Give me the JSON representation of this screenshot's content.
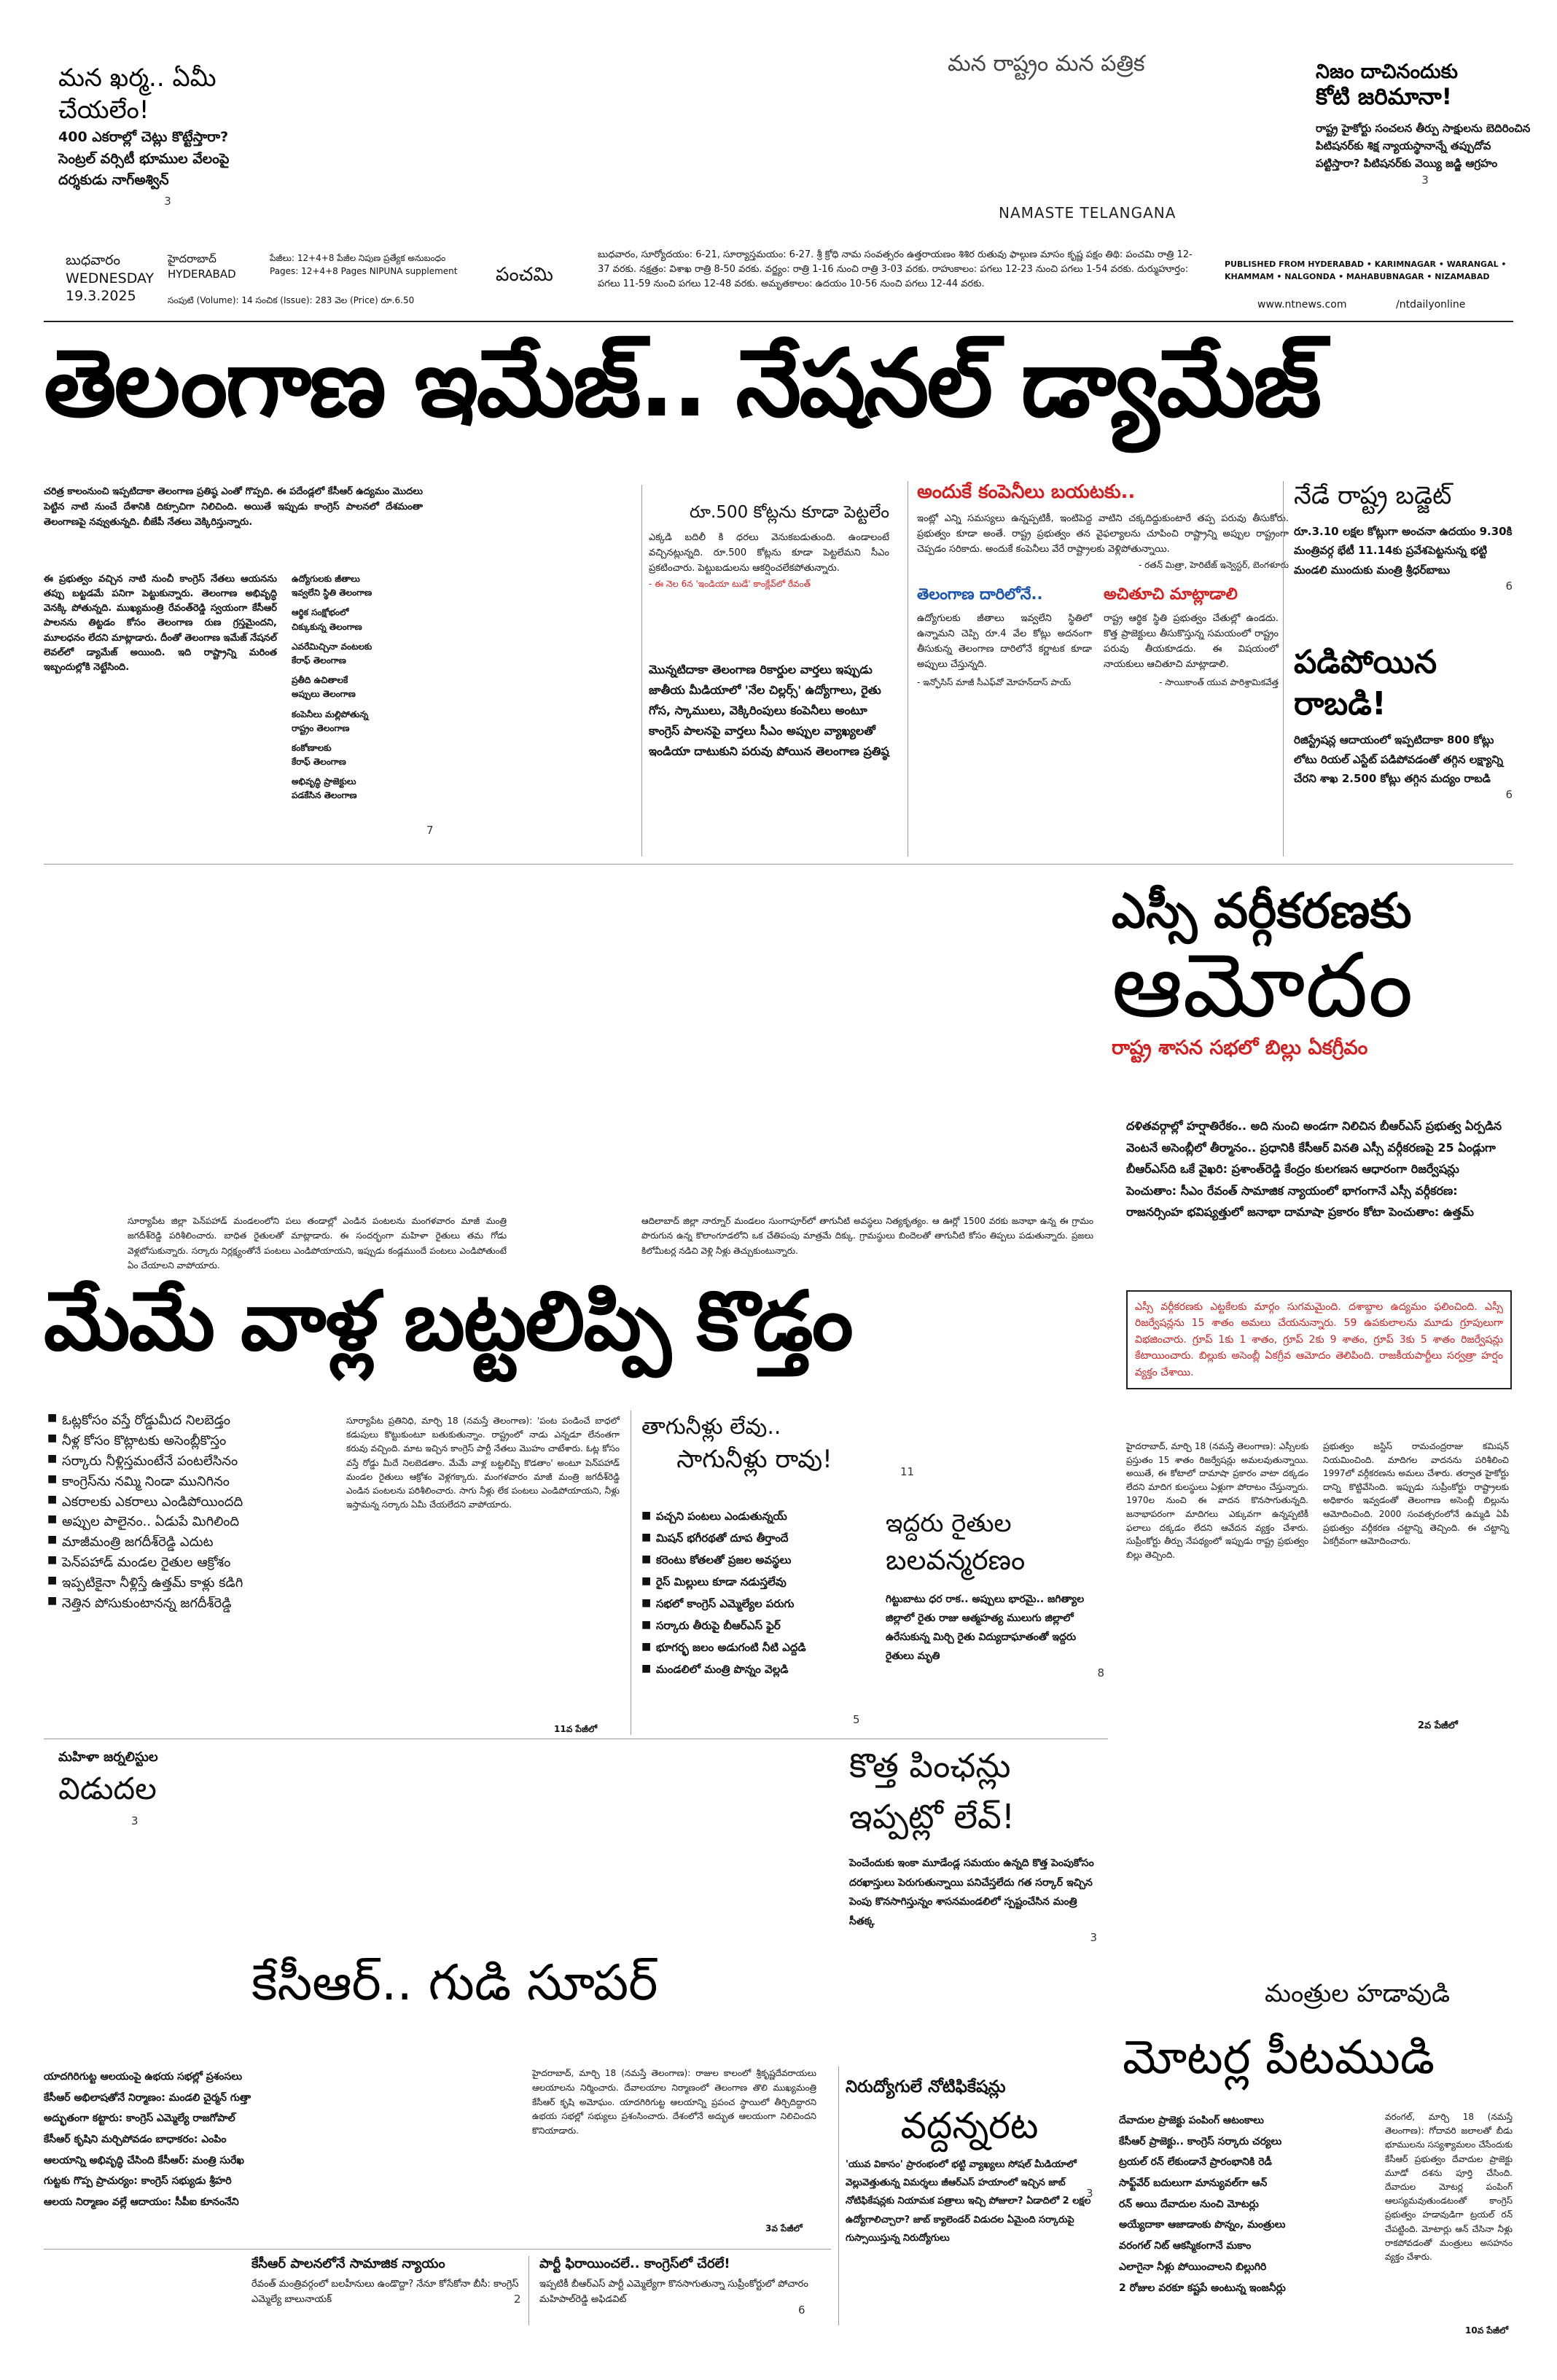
{
  "masthead": {
    "slogan": "మన రాష్ట్రం మన పత్రిక",
    "brand": "NAMASTE TELANGANA",
    "day_te": "బుధవారం",
    "day_en": "WEDNESDAY",
    "date": "19.3.2025",
    "city_te": "హైదరాబాద్",
    "city_en": "HYDERABAD",
    "pages": "పేజీలు: 12+4+8 పేజీల నిపుణ ప్రత్యేక అనుబంధం",
    "pages_en": "Pages: 12+4+8 Pages NIPUNA supplement",
    "volume": "సంపుటి (Volume): 14   సంచిక (Issue): 283   వెల (Price) రూ.6.50",
    "panchami": "పంచమి",
    "almanac": "బుధవారం, సూర్యోదయం: 6-21, సూర్యాస్తమయం: 6-27. శ్రీ క్రోధి నామ సంవత్సరం ఉత్తరాయణం శిశిర రుతువు ఫాల్గుణ మాసం కృష్ణ పక్షం తిథి: పంచమి రాత్రి 12-37 వరకు. నక్షత్రం: విశాఖ రాత్రి 8-50 వరకు. వర్జ్యం: రాత్రి 1-16 నుంచి రాత్రి 3-03 వరకు. రాహుకాలం: పగలు 12-23 నుంచి పగలు 1-54 వరకు. దుర్ముహూర్తం: పగలు 11-59 నుంచి పగలు 12-48 వరకు. అమృతకాలం: ఉదయం 10-56 నుంచి పగలు 12-44 వరకు.",
    "published_label": "PUBLISHED FROM",
    "published_cities": "HYDERABAD • KARIMNAGAR • WARANGAL • KHAMMAM • NALGONDA • MAHABUBNAGAR • NIZAMABAD",
    "website": "www.ntnews.com",
    "handle": "/ntdailyonline"
  },
  "top_left": {
    "title": "మన ఖర్మ.. ఏమీ చేయలేం!",
    "line1": "400 ఎకరాల్లో చెట్లు కొట్టేస్తారా?",
    "line2": "సెంట్రల్ వర్సిటీ భూముల వేలంపై దర్శకుడు నాగ్‌అశ్విన్",
    "page": "3"
  },
  "top_right": {
    "title1": "నిజం దాచినందుకు",
    "title2": "కోటి జరిమానా!",
    "body": "రాష్ట్ర హైకోర్టు సంచలన తీర్పు సాక్షులను బెదిరించిన పిటిషనర్‌కు శిక్ష న్యాయస్థానాన్నే తప్పుదోవ పట్టిస్తారా? పిటిషనర్‌కు వెయ్యి జడ్జి ఆగ్రహం",
    "page": "3"
  },
  "main_headline": "తెలంగాణ ఇమేజ్.. నేషనల్ డ్యామేజ్",
  "lead_story": {
    "intro": "చరిత్ర కాలంనుంచి ఇప్పటిదాకా తెలంగాణ ప్రతిష్ఠ ఎంతో గొప్పది. ఈ పదేండ్లలో కేసీఆర్ ఉద్యమం మొదలు పెట్టిన నాటి నుంచే దేశానికి దిక్సూచిగా నిలిచింది. అయితే ఇప్పుడు కాంగ్రెస్ పాలనలో దేశమంతా తెలంగాణపై నవ్వుతున్నది. బీజేపీ నేతలు వెక్కిరిస్తున్నారు.",
    "col1": "ఈ ప్రభుత్వం వచ్చిన నాటి నుంచీ కాంగ్రెస్ నేతలు ఆయనను తప్పు బట్టడమే పనిగా పెట్టుకున్నారు. తెలంగాణ అభివృద్ధి వెనక్కి పోతున్నది. ముఖ్యమంత్రి రేవంత్‌రెడ్డి స్వయంగా కేసీఆర్ పాలనను తిట్టడం కోసం తెలంగాణ రుణ గ్రస్తమైందని, మూలధనం లేదని మాట్లాడారు. దీంతో తెలంగాణ ఇమేజ్ నేషనల్ లెవల్‌లో డ్యామేజ్ అయింది. ఇది రాష్ట్రాన్ని మరింత ఇబ్బందుల్లోకి నెట్టేసింది.",
    "bullets": [
      "ఉద్యోగులకు జీతాలు",
      "ఇవ్వలేని స్థితి తెలంగాణ",
      "ఆర్థిక సంక్షోభంలో",
      "చిక్కుకున్న తెలంగాణ",
      "ఎవరేమిచ్చినా వంటలకు",
      "కేరాఫ్ తెలంగాణ",
      "ప్రతీది ఉచితాలకే",
      "అప్పులు తెలంగాణ",
      "కంపెనీలు మల్లిపోతున్న",
      "రాష్ట్రం తెలంగాణ",
      "కంకోణాలకు",
      "కేరాఫ్ తెలంగాణ",
      "అభివృద్ధి ప్రాజెక్టులు",
      "పడకేసిన తెలంగాణ"
    ],
    "col1_page": "7",
    "col2_title": "రూ.500 కోట్లను కూడా పెట్టలేం",
    "col2_body": "ఎక్కడి బదిలీ కి ధరలు వెనుకబడుతుంది. ఉండాలంటే వచ్చినట్లున్నది. రూ.500 కోట్లను కూడా పెట్టలేమని సీఎం ప్రకటించారు. పెట్టుబడులను ఆకర్షించలేకపోతున్నారు.",
    "col2_credit": "- ఈ నెల 6న 'ఇండియా టుడే' కాంక్లేవ్‌లో రేవంత్",
    "col2_bold": "మొన్నటిదాకా తెలంగాణ రికార్డుల వార్తలు ఇప్పుడు జాతీయ మీడియాలో 'నేల చిల్లర్స్' ఉద్యోగాలు, రైతు గోస, స్కాములు, వెక్కిరింపులు కంపెనీలు అంటూ కాంగ్రెస్ పాలనపై వార్తలు సీఎం అప్పుల వ్యాఖ్యలతో ఇండియా దాటుకుని పరువు పోయిన తెలంగాణ ప్రతిష్ఠ"
  },
  "companies_box": {
    "title": "అందుకే కంపెనీలు బయటకు..",
    "body": "ఇంట్లో ఎన్ని సమస్యలు ఉన్నప్పటికీ, ఇంటిపెద్ద వాటిని చక్కదిద్దుకుంటారే తప్ప పరువు తీసుకోరు. ప్రభుత్వం కూడా అంతే. రాష్ట్ర ప్రభుత్వం తన వైఫల్యాలను చూపించి రాష్ట్రాన్ని అప్పుల రాష్ట్రంగా చెప్పడం సరికాదు. అందుకే కంపెనీలు వేరే రాష్ట్రాలకు వెళ్లిపోతున్నాయి.",
    "credit": "- రతన్ మిత్రా, హెరిటేజ్ ఇన్వెస్టర్, బెంగళూరు",
    "sub1_title": "తెలంగాణ దారిలోనే..",
    "sub1_body": "ఉద్యోగులకు జీతాలు ఇవ్వలేని స్థితిలో ఉన్నామని చెప్పి రూ.4 వేల కోట్లు అదనంగా తీసుకున్న తెలంగాణ దారిలోనే కర్ణాటక కూడా అప్పులు చేస్తున్నది.",
    "sub1_credit": "- ఇన్ఫోసిస్ మాజీ సీఎఫ్‌వో మోహన్‌దాస్ పాయ్",
    "sub2_title": "అచితూచి మాట్లాడాలి",
    "sub2_body": "రాష్ట్ర ఆర్థిక స్థితి ప్రభుత్వం చేతుల్లో ఉండదు. కొత్త ప్రాజెక్టులు తీసుకొస్తున్న సమయంలో రాష్ట్రం పరువు తీయకూడదు. ఈ విషయంలో నాయకులు ఆచితూచి మాట్లాడాలి.",
    "sub2_credit": "- సాయికాంత్ యువ పారిశ్రామికవేత్త"
  },
  "budget": {
    "title": "నేడే రాష్ట్ర బడ్జెట్",
    "body": "రూ.3.10 లక్షల కోట్లుగా అంచనా ఉదయం 9.30కి మంత్రివర్గ భేటీ 11.14కు ప్రవేశపెట్టనున్న భట్టి మండలి ముందుకు మంత్రి శ్రీధర్‌బాబు",
    "page": "6"
  },
  "rabadi": {
    "title": "పడిపోయిన రాబడి!",
    "body": "రిజిస్ట్రేషన్ల ఆదాయంలో ఇప్పటిదాకా 800 కోట్లు లోటు రియల్ ఎస్టేట్ పడిపోవడంతో తగ్గిన లక్ష్యాన్ని చేరని శాఖ 2.500 కోట్లు తగ్గిన మద్యం రాబడి",
    "page": "6"
  },
  "sc_story": {
    "title1": "ఎస్సీ వర్గీకరణకు",
    "title2": "ఆమోదం",
    "sub": "రాష్ట్ర శాసన సభలో బిల్లు ఏకగ్రీవం",
    "bold_text": "దళితవర్గాల్లో హర్షాతిరేకం.. అది నుంచి అండగా నిలిచిన బీఆర్ఎస్ ప్రభుత్వ ఏర్పడిన వెంటనే అసెంబ్లీలో తీర్మానం.. ప్రధానికి కేసీఆర్ వినతి ఎస్సీ వర్గీకరణపై 25 ఏండ్లుగా బీఆర్ఎస్‌ది ఒకే వైఖరి: ప్రశాంత్‌రెడ్డి కేంద్రం కులగణన ఆధారంగా రిజర్వేషన్లు పెంచుతాం: సీఎం రేవంత్ సామాజిక న్యాయంలో భాగంగానే ఎస్సీ వర్గీకరణ: రాజనర్సింహ భవిష్యత్తులో జనాభా దామాషా ప్రకారం కోటా పెంచుతాం: ఉత్తమ్",
    "box_text": "ఎస్సీ వర్గీకరణకు ఎట్టకేలకు మార్గం సుగమమైంది. దశాబ్దాల ఉద్యమం ఫలించింది. ఎస్సీ రిజర్వేషన్లను 15 శాతం అమలు చేయనున్నారు. 59 ఉపకులాలను మూడు గ్రూపులుగా విభజించారు. గ్రూప్ 1కు 1 శాతం, గ్రూప్ 2కు 9 శాతం, గ్రూప్ 3కు 5 శాతం రిజర్వేషన్లు కేటాయించారు. బిల్లుకు అసెంబ్లీ ఏకగ్రీవ ఆమోదం తెలిపింది. రాజకీయపార్టీలు సర్వత్రా హర్షం వ్యక్తం చేశాయి.",
    "col_a": "హైదరాబాద్, మార్చి 18 (నమస్తే తెలంగాణ): ఎస్సీలకు ప్రస్తుతం 15 శాతం రిజర్వేషన్లు అమలవుతున్నాయి. అయితే, ఈ కోటాలో దామాషా ప్రకారం వాటా దక్కడం లేదని మాదిగ కులస్థులు ఏళ్లుగా పోరాటం చేస్తున్నారు. 1970ల నుంచి ఈ వాదన కొనసాగుతున్నది. జనాభాపరంగా మాదిగలు ఎక్కువగా ఉన్నప్పటికీ ఫలాలు దక్కడం లేదని ఆవేదన వ్యక్తం చేశారు. సుప్రీంకోర్టు తీర్పు నేపథ్యంలో ఇప్పుడు రాష్ట్ర ప్రభుత్వం బిల్లు తెచ్చింది.",
    "col_b": "ప్రభుత్వం జస్టిస్ రామచంద్రరాజు కమిషన్ నియమించింది. మాదిగల వాదనను పరిశీలించి 1997లో వర్గీకరణను అమలు చేశారు. తర్వాత హైకోర్టు దాన్ని కొట్టివేసింది. ఇప్పుడు సుప్రీంకోర్టు రాష్ట్రాలకు అధికారం ఇవ్వడంతో తెలంగాణ అసెంబ్లీ బిల్లును ఆమోదించింది. 2000 సంవత్సరంలోనే ఉమ్మడి ఏపీ ప్రభుత్వం వర్గీకరణ చట్టాన్ని తెచ్చింది. ఈ చట్టాన్ని ఏకగ్రీవంగా ఆమోదించారు.",
    "page": "2వ పేజీలో"
  },
  "mid_intro": {
    "left": "సూర్యాపేట జిల్లా పెన్‌పహాడ్ మండలంలోని పలు తండాల్లో ఎండిన పంటలను మంగళవారం మాజీ మంత్రి జగదీశ్‌రెడ్డి పరిశీలించారు. బాధిత రైతులతో మాట్లాడారు. ఈ సందర్భంగా మహిళా రైతులు తమ గోడు వెళ్లబోసుకున్నారు. సర్కారు నిర్లక్ష్యంతోనే పంటలు ఎండిపోయాయని, ఇప్పుడు కండ్లముందే పంటలు ఎండిపోతుంటే ఏం చేయాలని వాపోయారు.",
    "right": "ఆదిలాబాద్ జిల్లా నార్నూర్ మండలం సుంగాపూర్‌లో తాగునీటి అవస్థలు నిత్యకృత్యం. ఆ ఊర్లో 1500 వరకు జనాభా ఉన్న ఈ గ్రామం పొరుగున ఉన్న కొలాంగూడలోని ఒక చేతిపంపు మాత్రమే దిక్కు. గ్రామస్థులు బిందెలతో తాగునీటి కోసం తిప్పలు పడుతున్నారు. ప్రజలు కిలోమీటర్ల నడిచి వెళ్లి నీళ్లు తెచ్చుకుంటున్నారు."
  },
  "farmers_story": {
    "headline": "మేమే వాళ్ల బట్టలిప్పి కొడ్తం",
    "bullets": [
      "ఓట్లకోసం వస్తే రోడ్డుమీద నిలబెడ్తం",
      "నీళ్ల కోసం కొట్లాటకు అసెంబ్లీకొస్తం",
      "సర్కారు నీళ్లిస్తమంటేనే పంటలేసినం",
      "కాంగ్రెస్‌ను నమ్మి నిండా మునిగినం",
      "ఎకరాలకు ఎకరాలు ఎండిపోయిందది",
      "అప్పుల పాలైనం.. ఏడుపే మిగిలింది",
      "మాజీమంత్రి జగదీశ్‌రెడ్డి ఎదుట",
      "పెన్‌పహాడ్ మండల రైతుల ఆక్రోశం",
      "ఇప్పటికైనా నీళ్లిస్తే ఉత్తమ్ కాళ్లు కడిగి",
      "నెత్తిన పోసుకుంటానన్న జగదీశ్‌రెడ్డి"
    ],
    "body": "సూర్యాపేట ప్రతినిధి, మార్చి 18 (నమస్తే తెలంగాణ): 'పంట పండించే బాధలో కడుపులు కొట్టుకుంటూ బతుకుతున్నాం. రాష్ట్రంలో నాడు ఎన్నడూ లేనంతగా కరువు వచ్చింది. మాట ఇచ్చిన కాంగ్రెస్ పార్టీ నేతలు మొహం చాటేశారు. ఓట్ల కోసం వస్తే రోడ్డు మీదే నిలబెడతాం. మేమే వాళ్ల బట్టలిప్పి కొడతాం' అంటూ పెన్‌పహాడ్ మండల రైతులు ఆక్రోశం వెళ్లగక్కారు. మంగళవారం మాజీ మంత్రి జగదీశ్‌రెడ్డి ఎండిన పంటలను పరిశీలించారు. సాగు నీళ్లు లేక పంటలు ఎండిపోయాయని, నీళ్లు ఇస్తామన్న సర్కారు ఏమీ చేయలేదని వాపోయారు.",
    "page": "11వ పేజీలో"
  },
  "water_story": {
    "title1": "తాగునీళ్లు లేవు..",
    "title2": "సాగునీళ్లు రావు!",
    "bullets": [
      "పచ్చని పంటలు ఎండుతున్నయ్",
      "మిషన్ భగీరథతో దూప తీర్తాందే",
      "కరెంటు కోతలతో ప్రజల అవస్థలు",
      "రైస్ మిల్లులు కూడా నడుస్తలేవు",
      "సభలో కాంగ్రెస్ ఎమ్మెల్యేల పరుగు",
      "సర్కారు తీరుపై బీఆర్ఎస్ ఫైర్",
      "భూగర్భ జలం అడుగంటి నీటి ఎద్దడి",
      "మండలిలో మంత్రి పొన్నం వెల్లడి"
    ],
    "page": "11",
    "page2": "5"
  },
  "farmer_deaths": {
    "title1": "ఇద్దరు రైతుల",
    "title2": "బలవన్మరణం",
    "body": "గిట్టుబాటు ధర రాక.. అప్పులు భారమై.. జగిత్యాల జిల్లాలో రైతు రాజు ఆత్మహత్య ములుగు జిల్లాలో ఉరేసుకున్న మిర్చి రైతు విద్యుదాఘాతంతో ఇద్దరు రైతులు మృతి",
    "page": "8"
  },
  "women": {
    "line1": "మహిళా జర్నలిస్టుల",
    "line2": "విడుదల",
    "page": "3"
  },
  "pension": {
    "title1": "కొత్త పింఛన్లు",
    "title2": "ఇప్పట్లో లేవ్!",
    "body": "పెంచేందుకు ఇంకా మూడేండ్ల సమయం ఉన్నది కొత్త పెంపుకోసం దరఖాస్తులు పెరుగుతున్నాయి పనిచేస్తలేదు గత సర్కార్ ఇచ్చిన పెంపు కొనసాగిస్తున్నం శాసనమండలిలో స్పష్టంచేసిన మంత్రి సీతక్క",
    "page": "3"
  },
  "kcr": {
    "headline": "కేసీఆర్.. గుడి సూపర్",
    "bullets": [
      "యాదగిరిగుట్ట ఆలయంపై ఉభయ సభల్లో ప్రశంసలు",
      "కేసీఆర్ అభిలాషతోనే నిర్మాణం: మండలి చైర్మన్ గుత్తా",
      "అద్భుతంగా కట్టారు: కాంగ్రెస్ ఎమ్మెల్యే రాజగోపాల్",
      "కేసీఆర్ కృషిని మర్చిపోవడం బాధాకరం: ఎంపిం",
      "ఆలయాన్ని అభివృద్ధి చేసింది కేసీఆర్: మంత్రి సురేఖ",
      "గుట్టకు గొప్ప ప్రాచుర్యం: కాంగ్రెస్ సభ్యుడు శ్రీహరి",
      "ఆలయ నిర్మాణం వల్లే ఆదాయం: సీపీఐ కూనంనేని"
    ],
    "body": "హైదరాబాద్, మార్చి 18 (నమస్తే తెలంగాణ): రాజుల కాలంలో శ్రీకృష్ణదేవరాయలు ఆలయాలను నిర్మించారు. దేవాలయాల నిర్మాణంలో తెలంగాణ తొలి ముఖ్యమంత్రి కేసీఆర్ కృషి అమోఘం. యాదగిరిగుట్ట ఆలయాన్ని ప్రపంచ స్థాయిలో తీర్చిదిద్దారని ఉభయ సభల్లో సభ్యులు ప్రశంసించారు. దేశంలోనే అద్భుత ఆలయంగా నిలిచిందని కొనియాడారు.",
    "page": "3వ పేజీలో"
  },
  "kcr_bottom": {
    "t1": "కేసీఆర్ పాలనలోనే సామాజిక న్యాయం",
    "b1": "రేవంత్ మంత్రివర్గంలో బలహీనులు ఉండొద్దా? నేనూ కోసేకోనా బీసీ: కాంగ్రెస్ ఎమ్మెల్యే బాలునాయక్",
    "p1": "2",
    "t2": "పార్టీ ఫిరాయించలే.. కాంగ్రెస్‌లో చేరలే!",
    "b2": "ఇప్పటికీ బీఆర్ఎస్ పార్టీ ఎమ్మెల్యేగా కొనసాగుతున్నా సుప్రీంకోర్టులో పోచారం మహిపాల్‌రెడ్డి అఫిడవిట్",
    "p2": "6"
  },
  "jobs": {
    "title1": "నిరుద్యోగులే నోటిఫికేషన్లు",
    "title2": "వద్దన్నరట",
    "body": "'యువ వికాసం' ప్రారంభంలో భట్టి వ్యాఖ్యలు సోషల్ మీడియాలో వెల్లువెత్తుతున్న విమర్శలు జీఆర్ఎస్ హయాంలో ఇచ్చిన జాబ్ నోటిఫికేషన్లకు నియామక పత్రాలు ఇచ్చి పోజులా? ఏడాదిలో 2 లక్షల ఉద్యోగాలిచ్చారా? జాబ్ క్యాలెండర్ విడుదల ఏమైంది సర్కారుపై గుస్సాయిస్తున్న నిరుద్యోగులు",
    "page": "3"
  },
  "motors": {
    "kicker": "మంత్రుల హడావుడి",
    "headline": "మోటర్ల పీటముడి",
    "bullets": [
      "దేవాదుల ప్రాజెక్టు పంపింగ్ ఆటంకాలు",
      "కేసీఆర్ ప్రాజెక్టు.. కాంగ్రెస్ సర్కారు చర్యలు",
      "ట్రయల్ రన్ లేకుండానే ప్రారంభానికి రెడీ",
      "సాఫ్ట్‌వేర్ బదులుగా మాన్యువల్‌గా ఆన్",
      "రన్ అయి దేవాదుల నుంచి మోటర్లు",
      "అయ్యేదాకా ఆజాడాంకు పొన్నం, మంత్రులు",
      "వరంగల్ నిట్ ఆకస్మికంగానే మకాం",
      "ఎలాగైనా నీళ్లు పోయించాలని బిల్లుగిరి",
      "2 రోజుల వరకూ కష్టపే అంటున్న ఇంజనీర్లు"
    ],
    "body": "వరంగల్, మార్చి 18 (నమస్తే తెలంగాణ): గోదావరి జలాలతో బీడు భూములను సస్యశ్యామలం చేసేందుకు కేసీఆర్ ప్రభుత్వం దేవాదుల ప్రాజెక్టు మూడో దశను పూర్తి చేసింది. దేవాదుల మోటర్ల పంపింగ్ ఆలస్యమవుతుండటంతో కాంగ్రెస్ ప్రభుత్వం హడావుడిగా ట్రయల్ రన్ చేపట్టింది. మోటార్లు ఆన్ చేసినా నీళ్లు రాకపోవడంతో మంత్రులు అసహనం వ్యక్తం చేశారు.",
    "page": "10వ పేజీలో"
  }
}
